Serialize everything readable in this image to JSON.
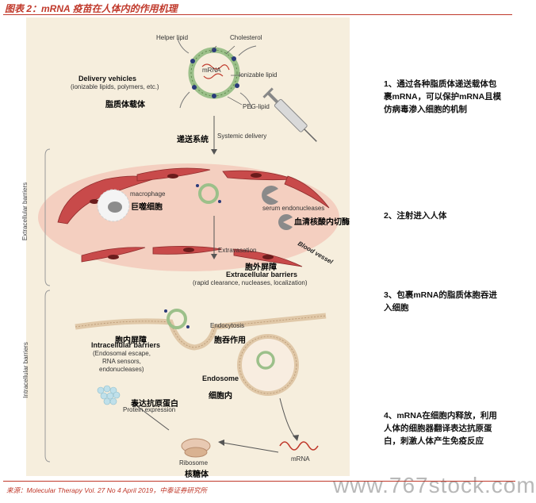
{
  "figure": {
    "title": "图表 2：mRNA 疫苗在人体内的作用机理",
    "source": "来源：Molecular Therapy Vol. 27 No 4 April 2019，中泰证券研究所"
  },
  "diagram": {
    "delivery": {
      "helper_lipid": "Helper lipid",
      "cholesterol": "Cholesterol",
      "mrna": "mRNA",
      "ionizable_lipid": "Ionizable lipid",
      "peg_lipid": "PEG-lipid",
      "vehicles_title": "Delivery vehicles",
      "vehicles_sub": "(ionizable lipids, polymers, etc.)",
      "vehicles_cn": "脂质体载体"
    },
    "systemic": {
      "en": "Systemic delivery",
      "cn": "递送系统"
    },
    "extracellular": {
      "side_label": "Extracellular barriers",
      "macrophage": "macrophage",
      "macrophage_cn": "巨噬细胞",
      "serum_nucleases": "serum endonucleases",
      "serum_nucleases_cn": "血清核酸内切酶",
      "blood_vessel": "Blood vessel",
      "extravasation": "Extravasation",
      "barrier_cn": "胞外屏障",
      "barrier_title": "Extracellular barriers",
      "barrier_sub": "(rapid clearance, nucleases, localization)"
    },
    "intracellular": {
      "side_label": "Intracellular barriers",
      "barrier_cn": "胞内屏障",
      "barrier_title": "Intracellular barriers",
      "barrier_sub1": "(Endosomal escape,",
      "barrier_sub2": "RNA sensors,",
      "barrier_sub3": "endonucleases)",
      "endocytosis": "Endocytosis",
      "endocytosis_cn": "胞吞作用",
      "endosome": "Endosome",
      "endosome_cn": "细胞内",
      "expression_cn": "表达抗原蛋白",
      "protein_expression": "Protein expression",
      "ribosome": "Ribosome",
      "ribosome_cn": "核糖体",
      "mrna": "mRNA"
    }
  },
  "annotations": [
    {
      "text": "1、通过各种脂质体递送载体包裹mRNA，可以保护mRNA且模仿病毒渗入细胞的机制"
    },
    {
      "text": "2、注射进入人体"
    },
    {
      "text": "3、包裹mRNA的脂质体胞吞进入细胞"
    },
    {
      "text": "4、mRNA在细胞内释放，利用人体的细胞器翻译表达抗原蛋白，刺激人体产生免疫反应"
    }
  ],
  "watermark": "www.767stock.com",
  "colors": {
    "title_red": "#c0392b",
    "panel_bg": "#f6eedd",
    "vessel_red": "#c84a4a",
    "blood_pink": "#f3c9bb",
    "membrane_tan": "#e0c8a8",
    "nanoparticle_green": "#9cc08a"
  }
}
